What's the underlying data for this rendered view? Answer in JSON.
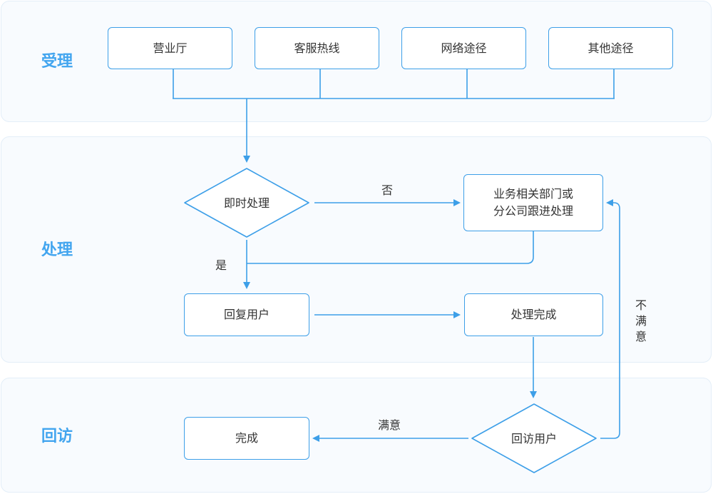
{
  "sections": {
    "accept": "受理",
    "process": "处理",
    "revisit": "回访"
  },
  "channels": [
    "营业厅",
    "客服热线",
    "网络途径",
    "其他途径"
  ],
  "nodes": {
    "immediate": "即时处理",
    "dept_line1": "业务相关部门或",
    "dept_line2": "分公司跟进处理",
    "reply_user": "回复用户",
    "process_done": "处理完成",
    "revisit_user": "回访用户",
    "complete": "完成"
  },
  "edge_labels": {
    "no": "否",
    "yes": "是",
    "satisfied": "满意",
    "unsatisfied": "不满意"
  },
  "colors": {
    "accent": "#3d9fe8",
    "section_label": "#42a5ef",
    "section_border": "#e3eef8"
  }
}
